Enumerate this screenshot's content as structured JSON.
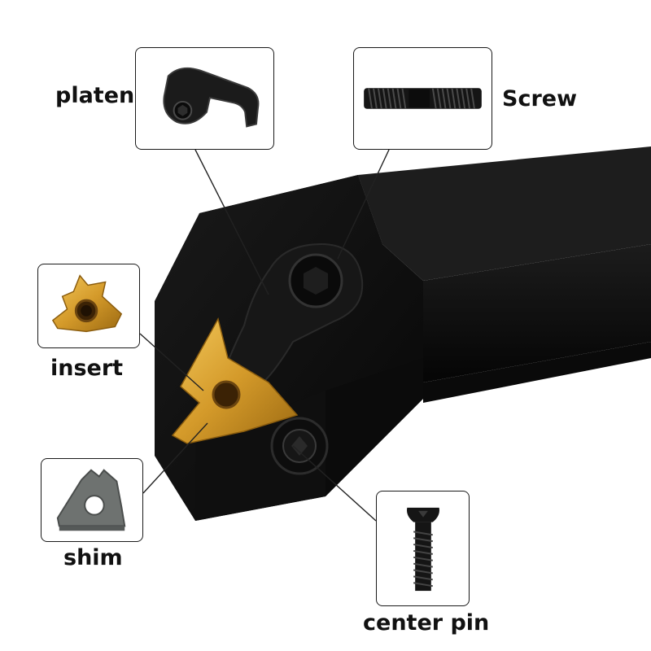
{
  "labels": {
    "platen": "platen",
    "screw": "Screw",
    "insert": "insert",
    "shim": "shim",
    "center_pin": "center pin"
  },
  "icons": {
    "main": "turning-tool-holder-icon",
    "platen": "clamp-platen-icon",
    "screw": "double-ended-screw-icon",
    "insert": "threading-insert-icon",
    "shim": "insert-shim-icon",
    "center_pin": "center-pin-screw-icon"
  },
  "colors": {
    "holder": "#0c0c0c",
    "insert_gold": "#d49a2a",
    "shim_gray": "#6e7270",
    "leader": "#222222"
  }
}
